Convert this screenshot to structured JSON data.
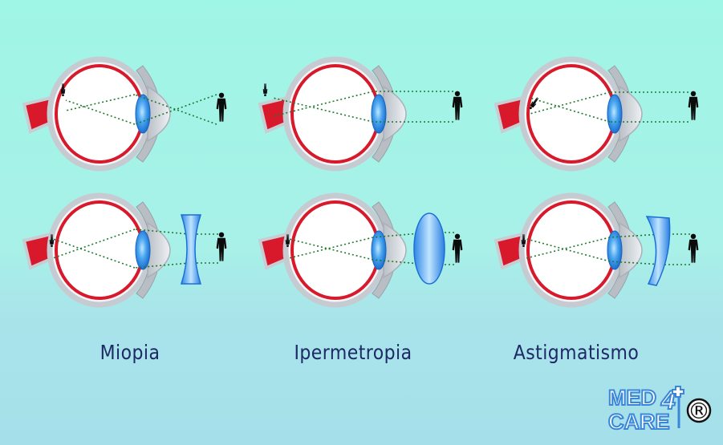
{
  "captions": [
    "Miopia",
    "Ipermetropia",
    "Astigmatismo"
  ],
  "logo": {
    "line1": "MED",
    "line2": "CARE",
    "digit": "4",
    "registered": "®"
  },
  "colors": {
    "retina": "#d8192b",
    "sclera": "#c8cdd3",
    "lens": "#2f8ee8",
    "caption": "#1d2a66",
    "logo": "#3a86d8"
  }
}
